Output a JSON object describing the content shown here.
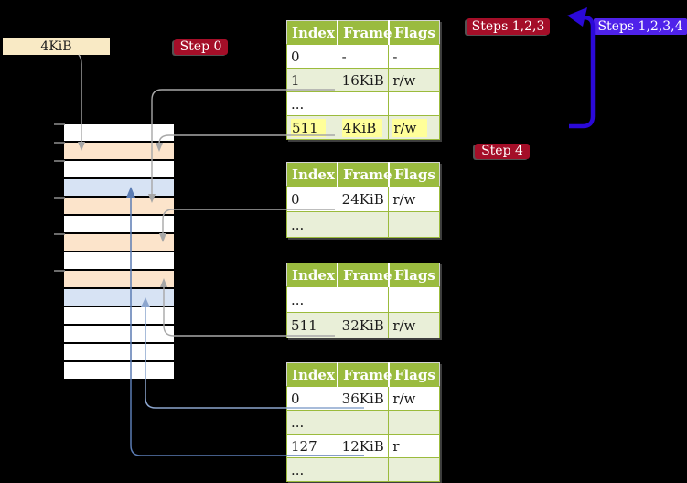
{
  "colors": {
    "background": "#000000",
    "table_header_green": "#9ABB3F",
    "table_row_green": "#E9EFD8",
    "table_border_green": "#9BBB3C",
    "table_outer_border": "#D4D4D4",
    "memory_row_white": "#FFFFFF",
    "memory_row_peach": "#FCE4CB",
    "memory_row_blue": "#D7E3F4",
    "frame_box_beige": "#F9EAC5",
    "badge_red": "#A40E28",
    "badge_blue": "#4F22EA",
    "flow_arrow_blue": "#2B09D8",
    "connector_gray": "#A7A7A7",
    "connector_steel_blue": "#5B7CB4",
    "connector_light_blue": "#8CA5CE",
    "highlight_yellow": "#FFFF99",
    "table_text": "#1A1A1A"
  },
  "frame_box": {
    "label": "4KiB"
  },
  "badges": {
    "step0": "Step 0",
    "steps123": "Steps 1,2,3",
    "steps1234": "Steps 1,2,3,4",
    "step4": "Step 4"
  },
  "page_tables": [
    {
      "name": "page-table-top",
      "headers": [
        "Index",
        "Frame",
        "Flags"
      ],
      "rows": [
        {
          "cells": [
            "0",
            "-",
            "-"
          ]
        },
        {
          "cells": [
            "1",
            "16KiB",
            "r/w"
          ]
        },
        {
          "cells": [
            "...",
            "",
            ""
          ]
        },
        {
          "cells": [
            "511",
            "4KiB",
            "r/w"
          ],
          "highlight": true
        }
      ]
    },
    {
      "name": "page-table-second",
      "headers": [
        "Index",
        "Frame",
        "Flags"
      ],
      "rows": [
        {
          "cells": [
            "0",
            "24KiB",
            "r/w"
          ]
        },
        {
          "cells": [
            "...",
            "",
            ""
          ]
        }
      ]
    },
    {
      "name": "page-table-third",
      "headers": [
        "Index",
        "Frame",
        "Flags"
      ],
      "rows": [
        {
          "cells": [
            "...",
            "",
            ""
          ]
        },
        {
          "cells": [
            "511",
            "32KiB",
            "r/w"
          ]
        }
      ]
    },
    {
      "name": "page-table-leaf",
      "headers": [
        "Index",
        "Frame",
        "Flags"
      ],
      "rows": [
        {
          "cells": [
            "0",
            "36KiB",
            "r/w"
          ]
        },
        {
          "cells": [
            "...",
            "",
            ""
          ]
        },
        {
          "cells": [
            "127",
            "12KiB",
            "r"
          ]
        },
        {
          "cells": [
            "...",
            "",
            ""
          ]
        }
      ]
    }
  ],
  "memory_strip": {
    "rows": [
      "white",
      "peach",
      "white",
      "blue",
      "peach",
      "white",
      "peach",
      "white",
      "peach",
      "blue",
      "white",
      "white",
      "white",
      "white"
    ]
  }
}
